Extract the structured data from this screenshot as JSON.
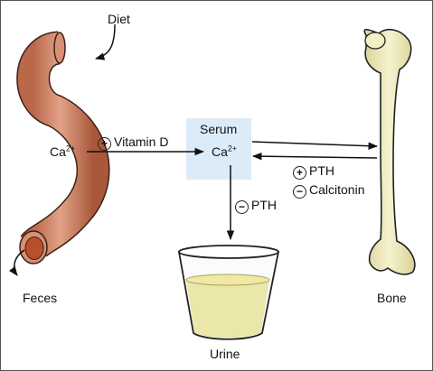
{
  "labels": {
    "diet": "Diet",
    "feces": "Feces",
    "urine": "Urine",
    "bone": "Bone",
    "serum": "Serum",
    "ca_symbol": "Ca",
    "ca_charge": "2+",
    "vitamin_d": "Vitamin D",
    "pth_bone": "PTH",
    "calcitonin": "Calcitonin",
    "pth_urine": "PTH"
  },
  "signs": {
    "vitamin_d": "+",
    "pth_bone": "+",
    "calcitonin": "−",
    "pth_urine": "−"
  },
  "colors": {
    "intestine": "#d4876a",
    "intestine_lumen": "#b9502c",
    "serum_box": "#dcebf8",
    "bone": "#f1edbf",
    "urine": "#e6df82",
    "cup": "#f4f4f4"
  }
}
